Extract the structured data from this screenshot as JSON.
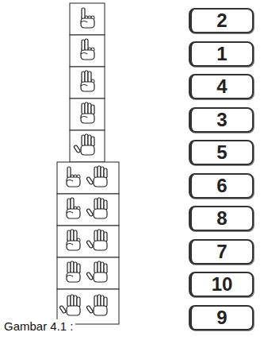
{
  "diagram": {
    "caption": "Gambar 4.1 :",
    "nodes": [
      {
        "text": [
          "2"
        ]
      },
      {
        "text": [
          "1"
        ]
      },
      {
        "text": [
          "4"
        ]
      },
      {
        "text": [
          "3"
        ]
      },
      {
        "text": [
          "5"
        ]
      },
      {
        "text": [
          "6"
        ]
      },
      {
        "text": [
          "8"
        ]
      },
      {
        "text": [
          "7"
        ]
      },
      {
        "text": [
          "10"
        ]
      },
      {
        "text": [
          "9"
        ]
      }
    ]
  }
}
